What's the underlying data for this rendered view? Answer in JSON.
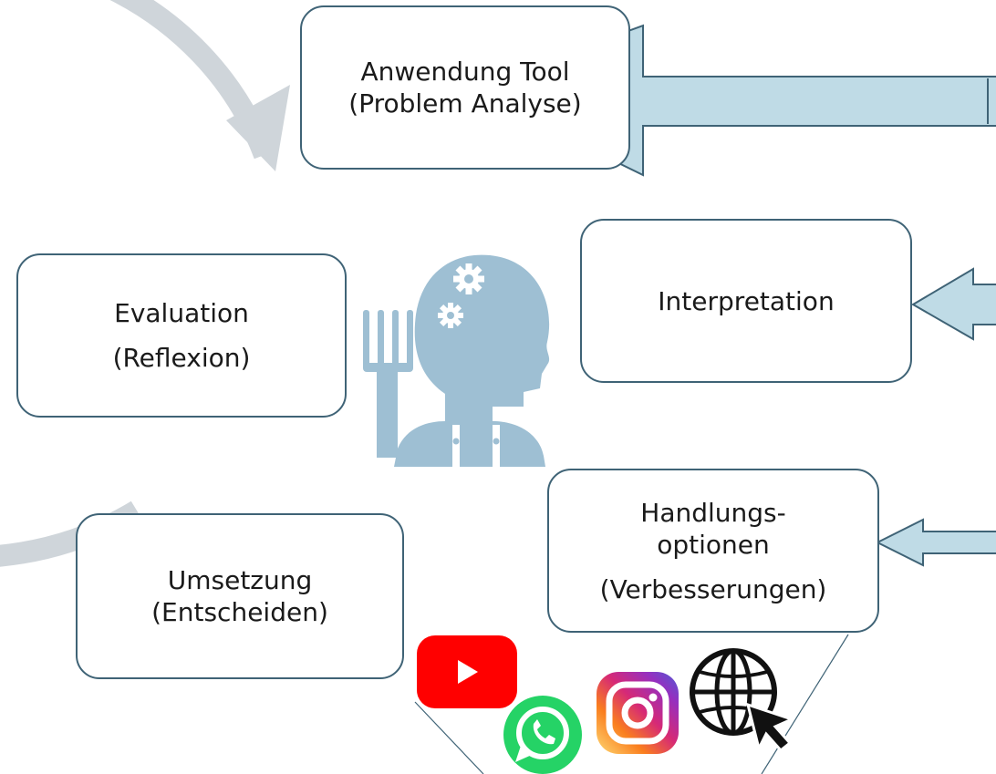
{
  "diagram": {
    "nodes": {
      "anwendung": {
        "line1": "Anwendung Tool",
        "line2": "(Problem Analyse)"
      },
      "interpretation": {
        "line1": "Interpretation"
      },
      "handlung": {
        "line1": "Handlungs-",
        "line2": "optionen",
        "line3": "(Verbesserungen)"
      },
      "umsetzung": {
        "line1": "Umsetzung",
        "line2": "(Entscheiden)"
      },
      "evaluation": {
        "line1": "Evaluation",
        "line2": "(Reflexion)"
      }
    },
    "icons": [
      "farmer-thinking-icon",
      "youtube-icon",
      "whatsapp-icon",
      "instagram-icon",
      "globe-cursor-icon"
    ],
    "colors": {
      "box_border": "#3f6376",
      "cycle_ring": "#cfd5da",
      "input_arrow_fill": "#bfdbe6",
      "input_arrow_stroke": "#3f6376",
      "farmer": "#9ebfd3",
      "youtube": "#ff0000",
      "whatsapp": "#25d366"
    }
  }
}
